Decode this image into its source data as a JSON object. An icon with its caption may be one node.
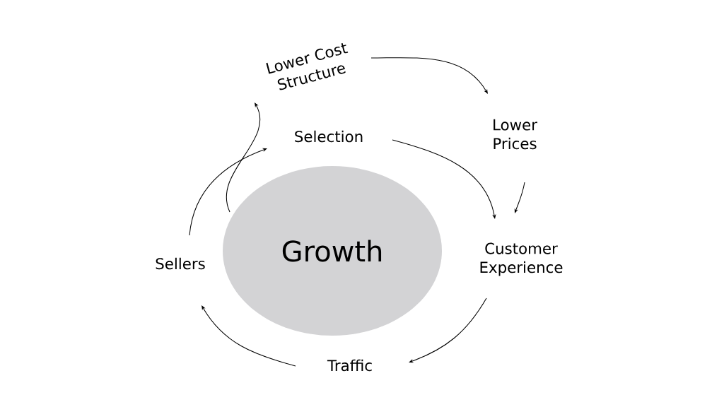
{
  "diagram": {
    "nodes": [
      {
        "text": [
          "Growth"
        ]
      },
      {
        "text": [
          "Lower Cost Structure"
        ]
      },
      {
        "text": [
          "Lower Prices"
        ]
      },
      {
        "text": [
          "Selection"
        ]
      },
      {
        "text": [
          "Customer Experience"
        ]
      },
      {
        "text": [
          "Sellers"
        ]
      },
      {
        "text": [
          "Traffic"
        ]
      }
    ],
    "edges": [
      {
        "from": 1,
        "to": 2,
        "arrow": "to"
      },
      {
        "from": 2,
        "to": 4,
        "arrow": "to"
      },
      {
        "from": 3,
        "to": 4,
        "arrow": "to"
      },
      {
        "from": 4,
        "to": 6,
        "arrow": "to"
      },
      {
        "from": 6,
        "to": 5,
        "arrow": "to"
      },
      {
        "from": 5,
        "to": 3,
        "arrow": "to"
      },
      {
        "from": 0,
        "to": 1,
        "arrow": "to"
      }
    ]
  }
}
